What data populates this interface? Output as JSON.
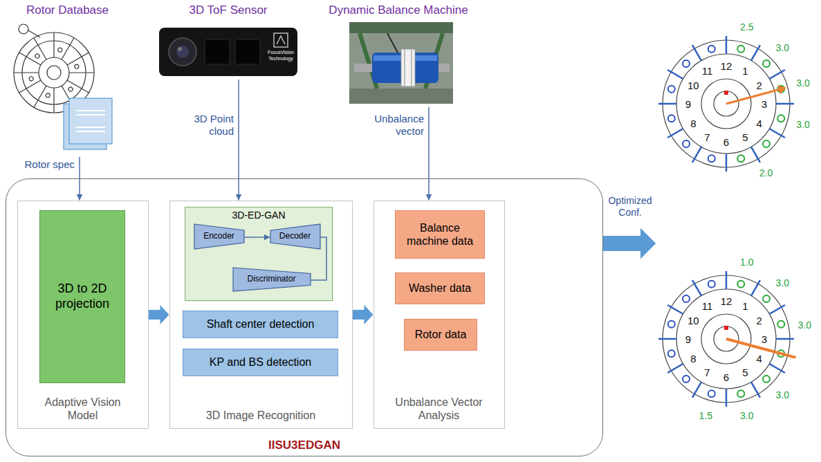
{
  "diagram": {
    "nodes": [
      {
        "text": [
          "Rotor Database"
        ]
      },
      {
        "text": [
          "3D ToF Sensor"
        ]
      },
      {
        "text": [
          "Dynamic Balance Machine"
        ]
      },
      {
        "text": [
          "IISU3EDGAN"
        ]
      },
      {
        "text": [
          "Adaptive Vision Model"
        ],
        "in": 3
      },
      {
        "text": [
          "3D to 2D projection"
        ],
        "in": 4
      },
      {
        "text": [
          "3D Image Recognition"
        ],
        "in": 3
      },
      {
        "text": [
          "3D-ED-GAN"
        ],
        "in": 6
      },
      {
        "text": [
          "Encoder"
        ],
        "in": 7
      },
      {
        "text": [
          "Decoder"
        ],
        "in": 7
      },
      {
        "text": [
          "Discriminator"
        ],
        "in": 7
      },
      {
        "text": [
          "Shaft center detection"
        ],
        "in": 6
      },
      {
        "text": [
          "KP and BS detection"
        ],
        "in": 6
      },
      {
        "text": [
          "Unbalance Vector Analysis"
        ],
        "in": 3
      },
      {
        "text": [
          "Balance machine data"
        ],
        "in": 13
      },
      {
        "text": [
          "Washer data"
        ],
        "in": 13
      },
      {
        "text": [
          "Rotor data"
        ],
        "in": 13
      },
      {
        "text": [
          "12",
          "1",
          "2",
          "3",
          "4",
          "5",
          "6",
          "7",
          "8",
          "9",
          "10",
          "11",
          "2.5",
          "3.0",
          "3.0",
          "3.0",
          "2.0"
        ]
      },
      {
        "text": [
          "12",
          "1",
          "2",
          "3",
          "4",
          "5",
          "6",
          "7",
          "8",
          "9",
          "10",
          "11",
          "1.0",
          "3.0",
          "3.0",
          "3.0",
          "3.0",
          "1.5"
        ]
      }
    ],
    "edges": [
      {
        "from": 0,
        "to": 4,
        "label": "Rotor spec",
        "arrow": "to"
      },
      {
        "from": 1,
        "to": 6,
        "label": "3D Point cloud",
        "arrow": "to"
      },
      {
        "from": 2,
        "to": 13,
        "label": "Unbalance vector",
        "arrow": "to"
      },
      {
        "from": 4,
        "to": 6,
        "arrow": "to"
      },
      {
        "from": 6,
        "to": 13,
        "arrow": "to"
      },
      {
        "from": 8,
        "to": 9,
        "arrow": "to"
      },
      {
        "from": 9,
        "to": 10,
        "arrow": "none"
      },
      {
        "from": 3,
        "to": 17,
        "label": "Optimized Conf.",
        "arrow": "to"
      },
      {
        "from": 3,
        "to": 18,
        "arrow": "to"
      }
    ],
    "labels": [
      "FocusVision",
      "Technology"
    ]
  }
}
